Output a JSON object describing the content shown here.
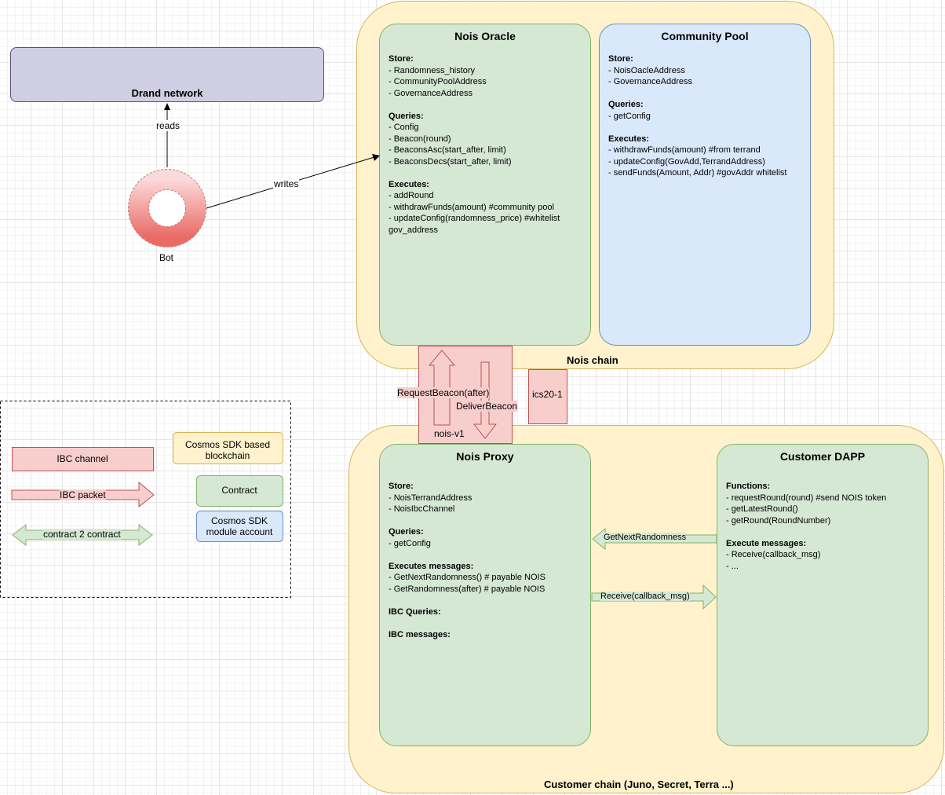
{
  "drand": {
    "title": "Drand network"
  },
  "bot": {
    "label": "Bot"
  },
  "edges": {
    "reads": "reads",
    "writes": "writes"
  },
  "nois_chain": {
    "label": "Nois chain"
  },
  "customer_chain": {
    "label": "Customer chain (Juno, Secret, Terra ...)"
  },
  "nois_oracle": {
    "title": "Nois Oracle",
    "sections": [
      {
        "heading": "Store:",
        "lines": [
          "- Randomness_history",
          "- CommunityPoolAddress",
          "- GovernanceAddress"
        ]
      },
      {
        "heading": "Queries:",
        "lines": [
          "- Config",
          "- Beacon(round)",
          "- BeaconsAsc(start_after, limit)",
          "- BeaconsDecs(start_after, limit)"
        ]
      },
      {
        "heading": "Executes:",
        "lines": [
          "- addRound",
          "- withdrawFunds(amount) #community pool",
          "- updateConfig(randomness_price) #whitelist",
          "gov_address"
        ]
      }
    ]
  },
  "community_pool": {
    "title": "Community Pool",
    "sections": [
      {
        "heading": "Store:",
        "lines": [
          "- NoisOacleAddress",
          "- GovernanceAddress"
        ]
      },
      {
        "heading": "Queries:",
        "lines": [
          "- getConfig"
        ]
      },
      {
        "heading": "Executes:",
        "lines": [
          "- withdrawFunds(amount) #from terrand",
          "- updateConfig(GovAdd,TerrandAddress)",
          "- sendFunds(Amount, Addr) #govAddr whitelist"
        ]
      }
    ]
  },
  "nois_proxy": {
    "title": "Nois Proxy",
    "sections": [
      {
        "heading": "Store:",
        "lines": [
          "- NoisTerrandAddress",
          "- NoisIbcChannel"
        ]
      },
      {
        "heading": "Queries:",
        "lines": [
          "- getConfig"
        ]
      },
      {
        "heading": "Executes messages:",
        "lines": [
          "- GetNextRandomness() # payable NOIS",
          "- GetRandomness(after) # payable NOIS"
        ]
      },
      {
        "heading": "IBC Queries:",
        "lines": []
      },
      {
        "heading": "IBC messages:",
        "lines": []
      }
    ]
  },
  "customer_dapp": {
    "title": "Customer DAPP",
    "sections": [
      {
        "heading": "Functions:",
        "lines": [
          "- requestRound(round) #send NOIS token",
          "- getLatestRound()",
          "- getRound(RoundNumber)"
        ]
      },
      {
        "heading": "Execute messages:",
        "lines": [
          "- Receive(callback_msg)",
          "- ..."
        ]
      }
    ]
  },
  "ibc": {
    "request_beacon": "RequestBeacon(after)",
    "deliver_beacon": "DeliverBeacon",
    "channel_nois": "nois-v1",
    "channel_ics20": "ics20-1"
  },
  "contract_edges": {
    "get_next_randomness": "GetNextRandomness",
    "receive_callback": "Receive(callback_msg)"
  },
  "legend": {
    "ibc_channel": "IBC channel",
    "ibc_packet": "IBC packet",
    "contract_2_contract": "contract 2 contract",
    "cosmos_sdk_blockchain": "Cosmos SDK based blockchain",
    "contract": "Contract",
    "cosmos_sdk_module": "Cosmos SDK module account"
  },
  "colors": {
    "chain_fill": "#fff2cc",
    "contract_fill": "#d5e8d4",
    "pool_fill": "#dae8fc",
    "ibc_fill": "#f8cecc",
    "drand_fill": "#d0cee2",
    "bot_fill": "#ea6b66"
  }
}
